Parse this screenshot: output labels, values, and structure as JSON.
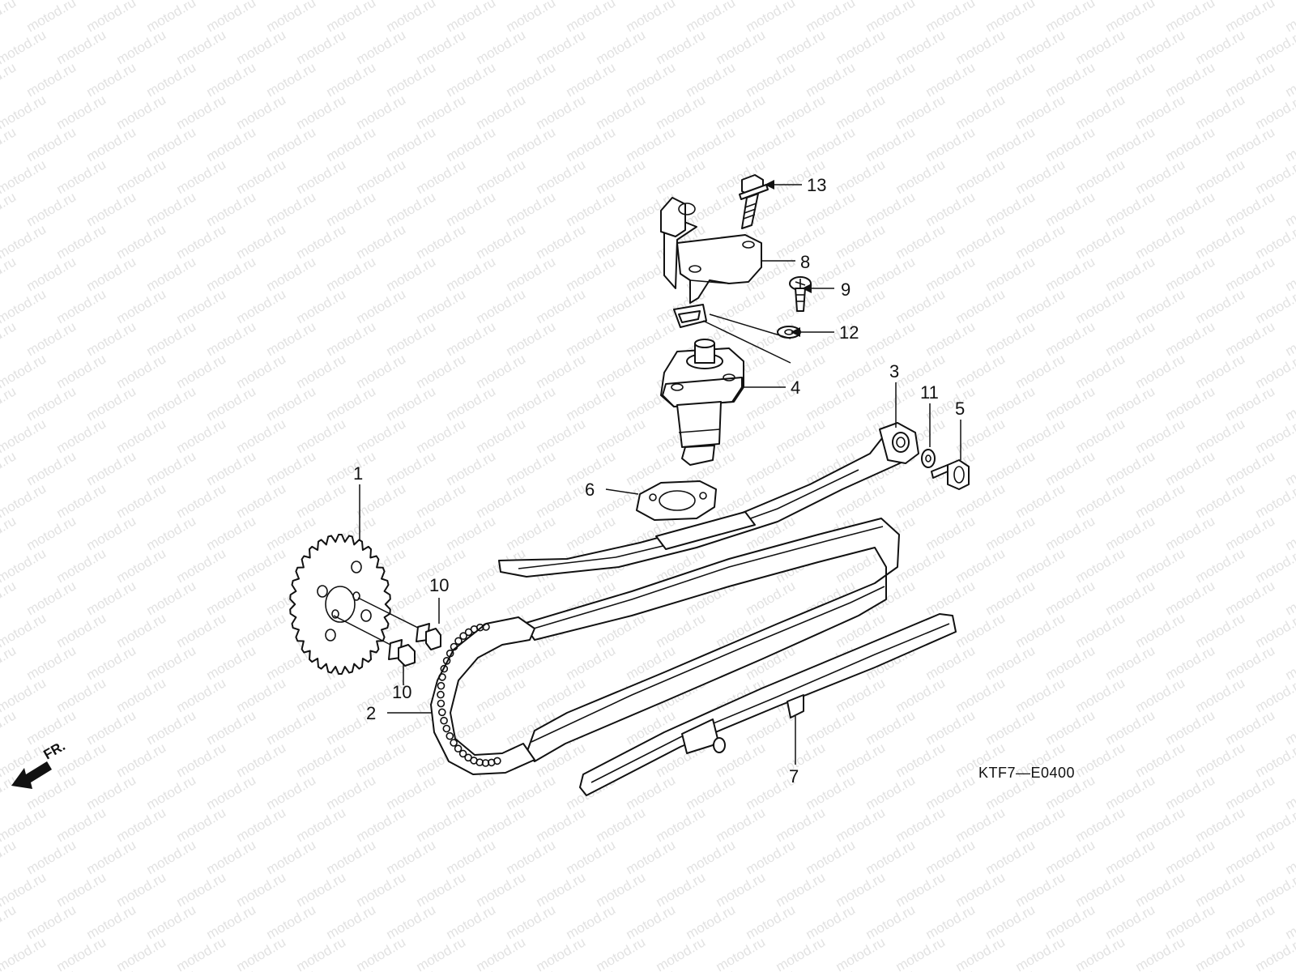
{
  "watermark": {
    "text": "motod.ru",
    "color": "#d9d9d9"
  },
  "diagram_code": "KTF7—E0400",
  "direction": {
    "label": "FR.",
    "icon": "front-direction-arrow-icon"
  },
  "callouts": [
    {
      "id": "c1",
      "text": "1"
    },
    {
      "id": "c2",
      "text": "2"
    },
    {
      "id": "c3",
      "text": "3"
    },
    {
      "id": "c4",
      "text": "4"
    },
    {
      "id": "c5",
      "text": "5"
    },
    {
      "id": "c6",
      "text": "6"
    },
    {
      "id": "c7",
      "text": "7"
    },
    {
      "id": "c8",
      "text": "8"
    },
    {
      "id": "c9",
      "text": "9"
    },
    {
      "id": "c10a",
      "text": "10"
    },
    {
      "id": "c10b",
      "text": "10"
    },
    {
      "id": "c11",
      "text": "11"
    },
    {
      "id": "c12",
      "text": "12"
    },
    {
      "id": "c13",
      "text": "13"
    }
  ]
}
